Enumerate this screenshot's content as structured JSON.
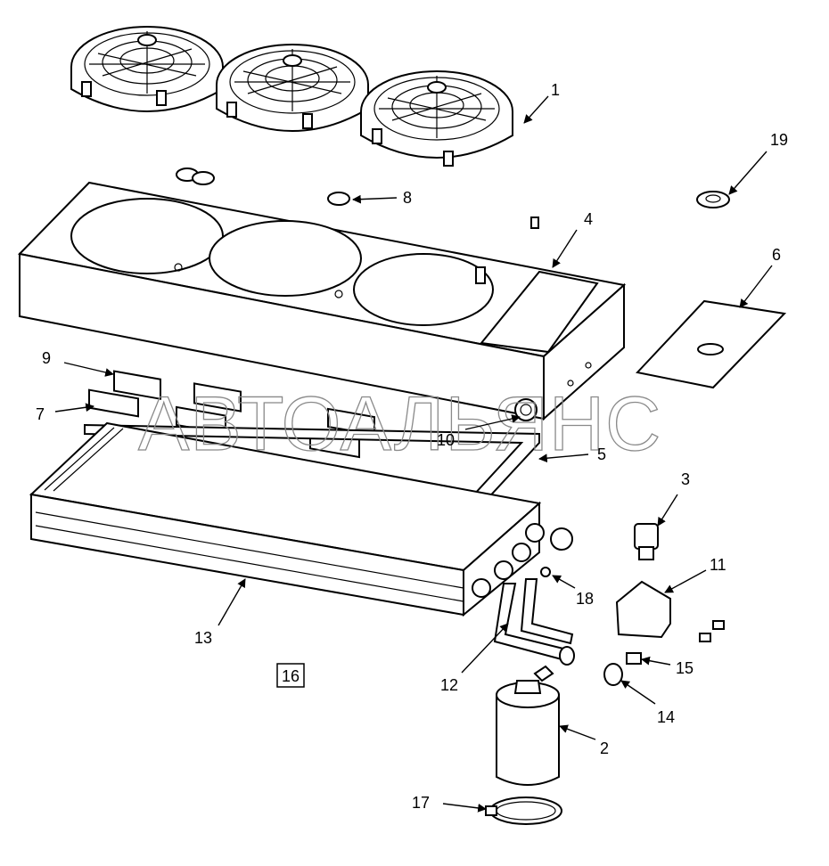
{
  "watermark": "АВТОАЛЬЯНС",
  "labels": {
    "p1": "1",
    "p2": "2",
    "p3": "3",
    "p4": "4",
    "p5": "5",
    "p6": "6",
    "p7": "7",
    "p8": "8",
    "p9": "9",
    "p10": "10",
    "p11": "11",
    "p12": "12",
    "p13": "13",
    "p14": "14",
    "p15": "15",
    "p16": "16",
    "p17": "17",
    "p18": "18",
    "p19": "19"
  }
}
